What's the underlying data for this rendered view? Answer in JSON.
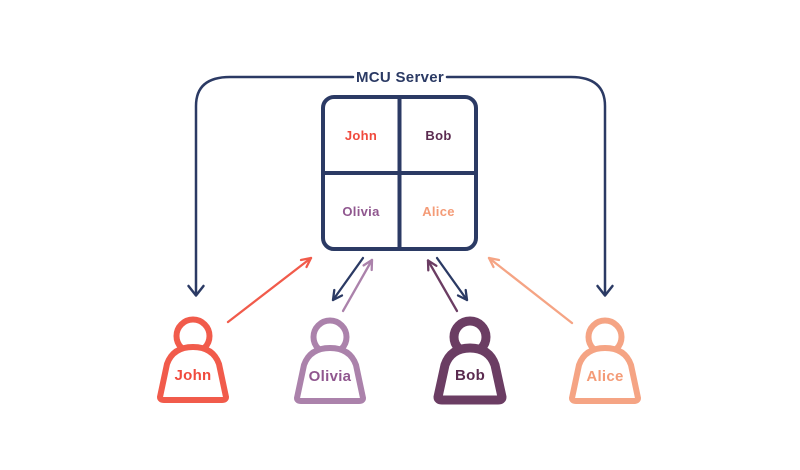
{
  "title": "MCU Server",
  "colors": {
    "navy": "#2b3a64",
    "white": "#ffffff",
    "john": "#f15b4b",
    "john_text": "#f04a3d",
    "olivia": "#ab82ab",
    "olivia_text": "#90578f",
    "bob": "#6b3d63",
    "bob_text": "#5b2b50",
    "alice": "#f5a484",
    "alice_text": "#f49b77"
  },
  "grid": {
    "cells": [
      {
        "name": "John"
      },
      {
        "name": "Bob"
      },
      {
        "name": "Olivia"
      },
      {
        "name": "Alice"
      }
    ]
  },
  "participants": [
    {
      "name": "John"
    },
    {
      "name": "Olivia"
    },
    {
      "name": "Bob"
    },
    {
      "name": "Alice"
    }
  ]
}
